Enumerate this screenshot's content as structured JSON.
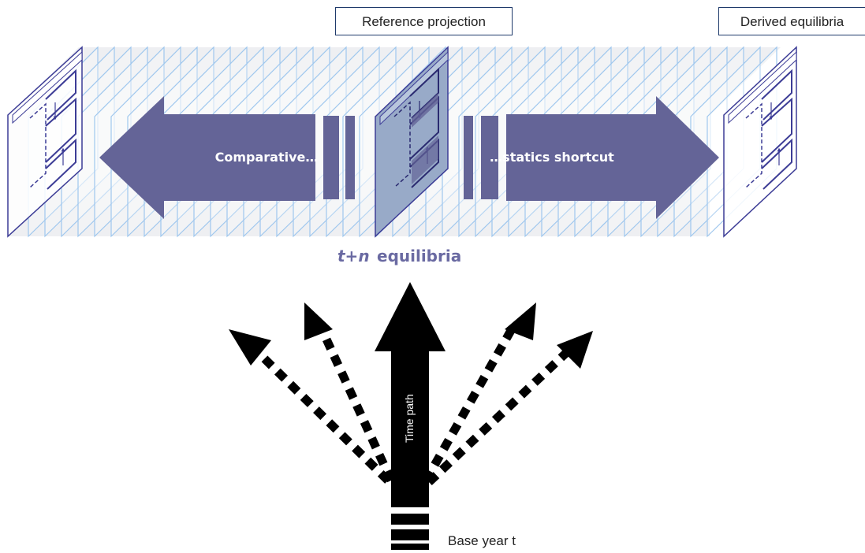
{
  "labels": {
    "reference_projection": "Reference projection",
    "derived_equilibria": "Derived equilibria",
    "t_plus_n": "t+n",
    "equilibria": "equilibria",
    "comparative": "Comparative…",
    "statics_shortcut": "…statics shortcut",
    "time_path": "Time path",
    "base_year": "Base year t"
  },
  "colors": {
    "arrow_fill": "#646497",
    "slice_stroke": "#9fc7ee",
    "box_border": "#1f3a6b",
    "frame_stroke": "#3c3c96",
    "center_panel": "#98aac8",
    "black": "#000000"
  },
  "icons": {
    "frame": "bracket-frame-icon"
  }
}
